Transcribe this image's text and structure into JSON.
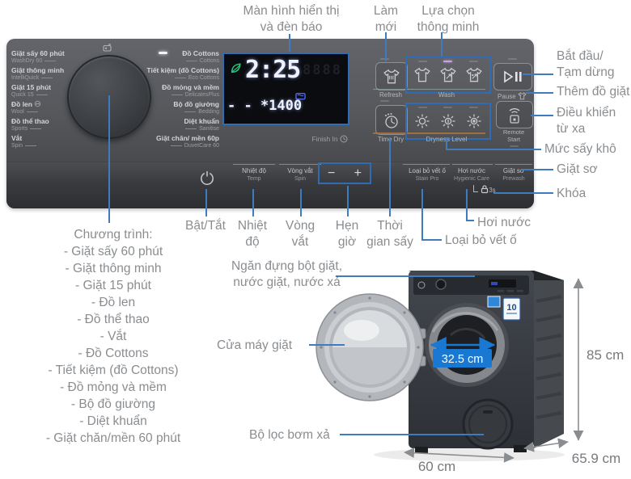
{
  "top_labels": {
    "display_l1": "Màn hình hiển thị",
    "display_l2": "và đèn báo",
    "refresh_l1": "Làm",
    "refresh_l2": "mới",
    "smart_l1": "Lựa chọn",
    "smart_l2": "thông minh"
  },
  "right_labels": {
    "start_l1": "Bắt đầu/",
    "start_l2": "Tạm dừng",
    "add": "Thêm đồ giặt",
    "remote_l1": "Điều khiển",
    "remote_l2": "từ xa",
    "dryness": "Mức sấy khô",
    "prewash": "Giặt sơ",
    "lock": "Khóa"
  },
  "bottom_labels": {
    "power": "Bật/Tắt",
    "temp_l1": "Nhiệt",
    "temp_l2": "độ",
    "spin_l1": "Vòng",
    "spin_l2": "vắt",
    "timer_l1": "Hẹn",
    "timer_l2": "giờ",
    "drytime_l1": "Thời",
    "drytime_l2": "gian sấy",
    "steam": "Hơi nước",
    "stain": "Loại bỏ vết ố"
  },
  "program_list": {
    "title": "Chương trình:",
    "items": [
      "- Giặt sấy 60 phút",
      "- Giặt thông minh",
      "- Giặt 15 phút",
      "- Đồ len",
      "- Đồ thể thao",
      "- Vắt",
      "- Đồ Cottons",
      "- Tiết kiệm (đồ Cottons)",
      "- Đồ mỏng và mềm",
      "- Bộ đồ giường",
      "- Diệt khuẩn",
      "- Giặt chăn/mền 60 phút"
    ]
  },
  "machine_labels": {
    "drawer_l1": "Ngăn đựng bột giặt,",
    "drawer_l2": "nước giặt, nước xả",
    "door": "Cửa máy giặt",
    "filter": "Bộ lọc bơm xả",
    "drum_width": "32.5 cm",
    "badge": "10",
    "dim_height": "85 cm",
    "dim_width": "60 cm",
    "dim_depth": "65.9 cm"
  },
  "panel": {
    "dial_programs": [
      {
        "vi": "Giặt sấy 60 phút",
        "en": "WashDry 60"
      },
      {
        "vi": "Giặt thông minh",
        "en": "IntelliQuick"
      },
      {
        "vi": "Giặt 15 phút",
        "en": "Quick 15"
      },
      {
        "vi": "Đồ len",
        "en": "Wool"
      },
      {
        "vi": "Đồ thể thao",
        "en": "Sports"
      },
      {
        "vi": "Vắt",
        "en": "Spin"
      }
    ],
    "list_programs": [
      {
        "vi": "Đồ Cottons",
        "en": "Cottons"
      },
      {
        "vi": "Tiết kiệm (đồ Cottons)",
        "en": "Eco Cottons"
      },
      {
        "vi": "Đồ mỏng và mềm",
        "en": "DelicatesPlus"
      },
      {
        "vi": "Bộ đồ giường",
        "en": "Bedding"
      },
      {
        "vi": "Diệt khuẩn",
        "en": "Sanitise"
      },
      {
        "vi": "Giặt chăn/ mền 60p",
        "en": "DuvetCare 60"
      }
    ],
    "display": {
      "time": "2:25",
      "ghost": "8888",
      "row2": "- - *1400",
      "finish": "Finish In"
    },
    "buttons": {
      "refresh": "Refresh",
      "wash": "Wash",
      "pause": "Pause",
      "time_dry": "Time Dry",
      "dryness": "Dryness Level",
      "remote_l1": "Remote",
      "remote_l2": "Start"
    },
    "options": [
      {
        "vi": "Nhiệt độ",
        "en": "Temp"
      },
      {
        "vi": "Vòng vắt",
        "en": "Spin"
      },
      {
        "vi": "Loại bỏ vết ố",
        "en": "Stain Pro"
      },
      {
        "vi": "Hơi nước",
        "en": "Hygienic Care"
      },
      {
        "vi": "Giặt sơ",
        "en": "Prewash"
      }
    ],
    "minus": "−",
    "plus": "+",
    "lock_hold": "3s"
  },
  "colors": {
    "leader": "#3e7cc0",
    "box_border": "#2e6cb5",
    "highlight_bg": "#1878d2",
    "leaf": "#25c87e",
    "display_accent": "#4f68e6"
  }
}
